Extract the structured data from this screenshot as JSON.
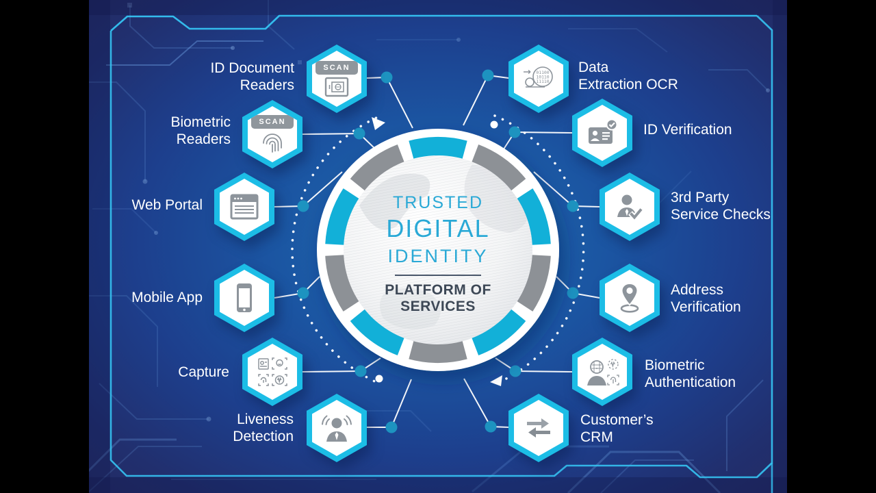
{
  "center": {
    "title_line1": "TRUSTED",
    "title_line2": "DIGITAL",
    "title_line3": "IDENTITY",
    "subtitle_line1": "PLATFORM OF",
    "subtitle_line2": "SERVICES"
  },
  "scan_label": "SCAN",
  "nodes": [
    {
      "id": "id-document-readers",
      "label": "ID Document\nReaders",
      "side": "left",
      "icon": "document-scanner-icon"
    },
    {
      "id": "biometric-readers",
      "label": "Biometric\nReaders",
      "side": "left",
      "icon": "fingerprint-scanner-icon"
    },
    {
      "id": "web-portal",
      "label": "Web Portal",
      "side": "left",
      "icon": "browser-window-icon"
    },
    {
      "id": "mobile-app",
      "label": "Mobile App",
      "side": "left",
      "icon": "smartphone-icon"
    },
    {
      "id": "capture",
      "label": "Capture",
      "side": "left",
      "icon": "capture-grid-icon"
    },
    {
      "id": "liveness-detection",
      "label": "Liveness\nDetection",
      "side": "left",
      "icon": "person-waves-icon"
    },
    {
      "id": "data-extraction-ocr",
      "label": "Data\nExtraction OCR",
      "side": "right",
      "icon": "ocr-binary-icon"
    },
    {
      "id": "id-verification",
      "label": "ID Verification",
      "side": "right",
      "icon": "id-card-check-icon"
    },
    {
      "id": "third-party-service-checks",
      "label": "3rd Party\nService Checks",
      "side": "right",
      "icon": "person-check-icon"
    },
    {
      "id": "address-verification",
      "label": "Address\nVerification",
      "side": "right",
      "icon": "map-pin-icon"
    },
    {
      "id": "biometric-authentication",
      "label": "Biometric\nAuthentication",
      "side": "right",
      "icon": "person-biometrics-icon"
    },
    {
      "id": "customers-crm",
      "label": "Customer’s\nCRM",
      "side": "right",
      "icon": "exchange-arrows-icon"
    }
  ],
  "ocr_binary": {
    "row1": "01100",
    "row2": "10110",
    "row3": "11110"
  },
  "ring": {
    "count": 10,
    "step": 36,
    "sweep": 30,
    "start": -15
  },
  "colors": {
    "background_navy": "#222a60",
    "background_azure": "#1d6cb0",
    "hex_border_cyan": "#1cbde6",
    "ring_teal": "#12b0d8",
    "ring_gray": "#8d9196",
    "connector_dot_teal": "#1d93c0",
    "title_cyan": "#2aa9d6",
    "subtitle_navy": "#3d4856",
    "label_white": "#ffffff",
    "frame_cyan": "#35c3f2",
    "icon_gray": "#8d949b"
  }
}
